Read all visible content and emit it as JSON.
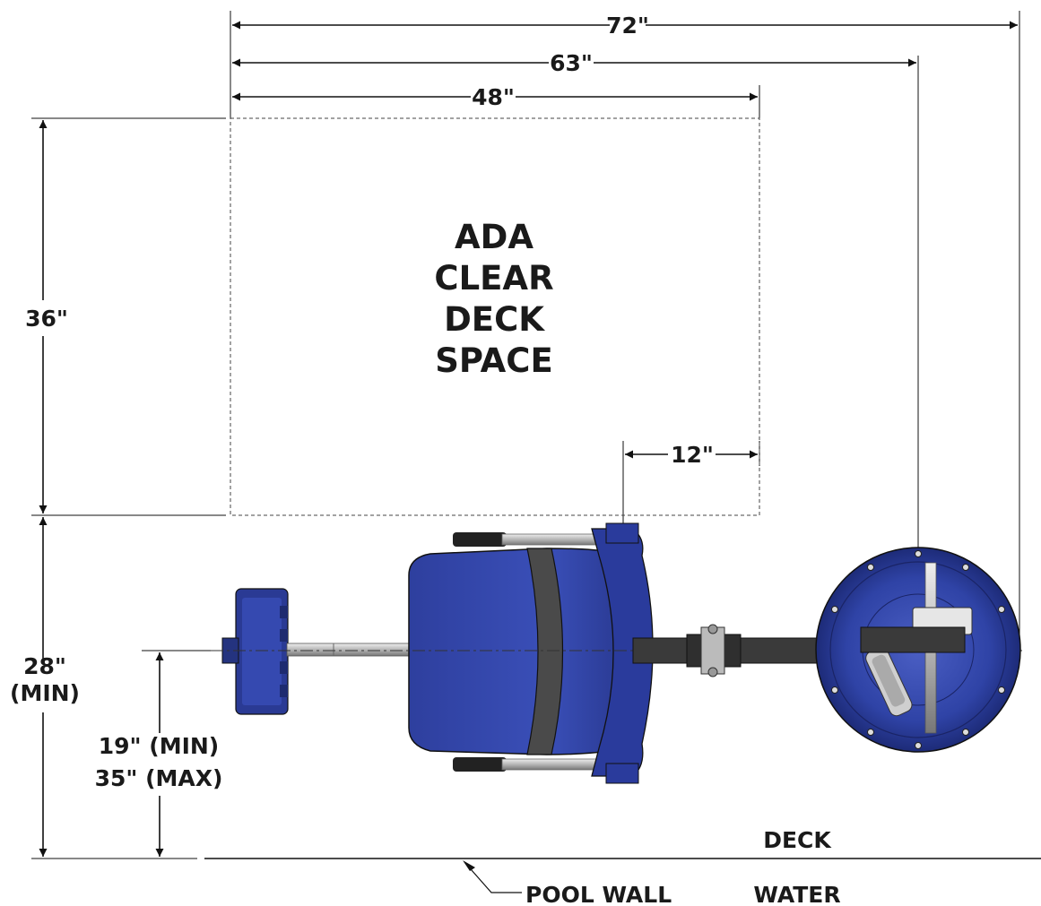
{
  "dimensions": {
    "width_72": "72\"",
    "width_63": "63\"",
    "width_48": "48\"",
    "depth_36": "36\"",
    "offset_12": "12\"",
    "depth_28": "28\"",
    "depth_28_note": "(MIN)",
    "seat_min": "19\" (MIN)",
    "seat_max": "35\" (MAX)"
  },
  "clear_space": {
    "line1": "ADA",
    "line2": "CLEAR",
    "line3": "DECK",
    "line4": "SPACE"
  },
  "labels": {
    "deck": "DECK",
    "pool_wall": "POOL WALL",
    "water": "WATER"
  },
  "colors": {
    "lift_blue": "#2c3f9a",
    "lift_dark": "#1c2a6e",
    "metal": "#c9c9c9",
    "arm": "#3a3a3a"
  }
}
